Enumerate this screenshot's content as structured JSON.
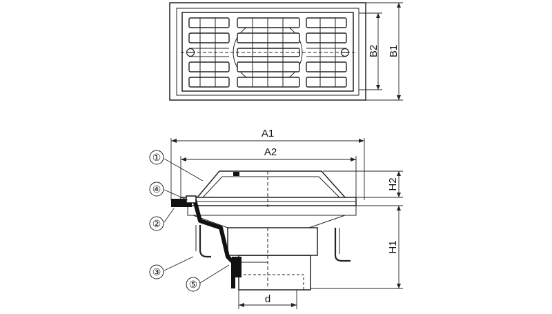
{
  "labels": {
    "A1": "A1",
    "A2": "A2",
    "B1": "B1",
    "B2": "B2",
    "H1": "H1",
    "H2": "H2",
    "d": "d"
  },
  "callouts": [
    "①",
    "②",
    "③",
    "④",
    "⑤"
  ],
  "colors": {
    "line": "#222222",
    "fill": "#ffffff",
    "solid": "#111111"
  }
}
